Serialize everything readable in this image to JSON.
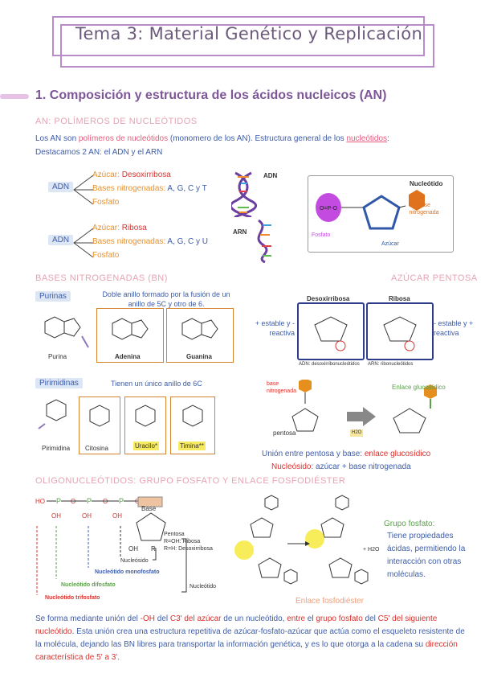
{
  "title": "Tema 3: Material Genético y Replicación",
  "section1": "1. Composición y estructura de los ácidos nucleicos (AN)",
  "sub1": "AN: POLÍMEROS DE NUCLEÓTIDOS",
  "intro": {
    "p1": "Los AN son ",
    "p2": "polímeros de nucleótidos",
    "p3": " (monomero de los AN). Estructura general de los ",
    "p4": "nucleótidos",
    "p5": ":",
    "line2": "Destacamos 2 AN: el ADN y el ARN"
  },
  "adn": {
    "label": "ADN",
    "azucar_label": "Azúcar:",
    "azucar": "Desoxirribosa",
    "bases_label": "Bases nitrogenadas:",
    "bases": "A, G, C y T",
    "fosfato": "Fosfato"
  },
  "arn": {
    "label": "ADN",
    "azucar_label": "Azúcar:",
    "azucar": "Ribosa",
    "bases_label": "Bases nitrogenadas:",
    "bases": "A, G, C y U",
    "fosfato": "Fosfato"
  },
  "helix": {
    "adn": "ADN",
    "arn": "ARN"
  },
  "nucleotido_box": {
    "title": "Nucleótido",
    "base": "Base nitrogenada",
    "fosfato": "Fosfato",
    "azucar": "Azúcar"
  },
  "bases_title": "BASES NITROGENADAS (BN)",
  "azucar_title": "AZÚCAR PENTOSA",
  "purinas": {
    "label": "Purinas",
    "desc": "Doble anillo formado por la fusión de un anillo de 5C y otro de 6.",
    "purina": "Purina",
    "adenina": "Adenina",
    "guanina": "Guanina"
  },
  "pirimidinas": {
    "label": "Pirimidinas",
    "desc": "Tienen un único anillo de 6C",
    "pirimidina": "Pirimidina",
    "citosina": "Citosina",
    "uracilo": "Uracilo*",
    "timina": "Timina**"
  },
  "pentosa": {
    "desoxi": "Desoxirribosa",
    "ribosa": "Ribosa",
    "left_note": "+ estable y - reactiva",
    "right_note": "- estable y + reactiva",
    "caption_left": "ADN: desoxirribonucleótidos",
    "caption_right": "ARN: ribonucleótidos"
  },
  "glucosidico": {
    "base": "base nitrogenada",
    "enlace": "Enlace glucosídico",
    "pentosa": "pentosa",
    "h2o": "H2O",
    "line1a": "Unión entre pentosa y base: ",
    "line1b": "enlace glucosídico",
    "line2a": "Nucleósido",
    "line2b": ": azúcar + base nitrogenada"
  },
  "sub3": "OLIGONUCLEÓTIDOS: GRUPO FOSFATO Y ENLACE FOSFODIÉSTER",
  "nucleotide_diagram": {
    "base": "Base",
    "pentosa": "Pentosa",
    "ribosa": "R=OH: Ribosa",
    "desoxi": "R=H: Desoxirribosa",
    "nucleosido": "Nucleósido",
    "mono": "Nucleótido monofosfato",
    "di": "Nucleótido difosfato",
    "tri": "Nucleótido trifosfato",
    "nucleotido": "Nucleótido",
    "oh": "OH",
    "r": "R"
  },
  "fosfato_note": {
    "title": "Grupo fosfato:",
    "body": "Tiene propiedades ácidas, permitiendo la interacción con otras moléculas."
  },
  "enlace_fosfo": "Enlace fosfodiéster",
  "h2o": "+ H2O",
  "final": {
    "a": "Se forma mediante unión del ",
    "b": "-OH",
    "c": " del ",
    "d": "C3' del azúcar",
    "e": " de un nucleótido, ",
    "f": "entre",
    "g": " el ",
    "h": "grupo fosfato",
    "i": " del ",
    "j": "C5' del siguiente nucleótido",
    "k": ". Esta unión crea una estructura repetitiva de azúcar-fosfato-azúcar que actúa como el esqueleto resistente de la molécula, dejando las BN libres para transportar la información genética, y es lo que otorga a la cadena su ",
    "l": "dirección característica de 5' a 3'",
    "m": "."
  },
  "colors": {
    "accent": "#7d5698",
    "pink": "#e65b7e",
    "orange": "#e8912b",
    "blue": "#3d5ca8",
    "green": "#5aa14a"
  }
}
